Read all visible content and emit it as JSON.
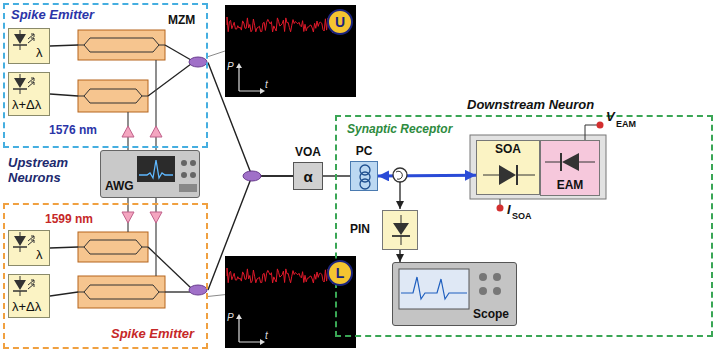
{
  "diagram": {
    "nodes": [
      {
        "text": [
          "Spike Emitter",
          "1576 nm"
        ]
      },
      {
        "text": [
          "λ"
        ],
        "in": 0
      },
      {
        "text": [
          "λ+Δλ"
        ],
        "in": 0
      },
      {
        "text": [
          "AWG"
        ]
      },
      {
        "text": [
          "1599 nm",
          "Spike Emitter"
        ]
      },
      {
        "text": [
          "λ"
        ],
        "in": 4
      },
      {
        "text": [
          "λ+Δλ"
        ],
        "in": 4
      },
      {
        "text": [
          "P",
          "t",
          "U"
        ]
      },
      {
        "text": [
          "P",
          "t",
          "L"
        ]
      },
      {
        "text": [
          "VOA",
          "α"
        ]
      },
      {
        "text": [
          "Downstream Neuron",
          "Synaptic Receptor"
        ]
      },
      {
        "text": [
          "PC"
        ],
        "in": 10
      },
      {
        "text": [
          "SOA"
        ],
        "in": 10
      },
      {
        "text": [
          "EAM"
        ],
        "in": 10
      },
      {
        "text": [
          "PIN"
        ],
        "in": 10
      },
      {
        "text": [
          "Scope"
        ],
        "in": 10
      }
    ],
    "edges": [
      {
        "from": 0,
        "to": 7,
        "arrow": "none"
      },
      {
        "from": 4,
        "to": 8,
        "arrow": "none"
      },
      {
        "from": 0,
        "to": 9,
        "arrow": "none"
      },
      {
        "from": 4,
        "to": 9,
        "arrow": "none"
      },
      {
        "from": 9,
        "to": 11,
        "arrow": "none"
      },
      {
        "from": 11,
        "to": 12,
        "arrow": "both"
      },
      {
        "from": 14,
        "to": 15,
        "arrow": "to"
      }
    ],
    "labels": [
      "Upstream Neurons",
      "MZM",
      "V",
      "EAM",
      "I",
      "SOA"
    ]
  }
}
